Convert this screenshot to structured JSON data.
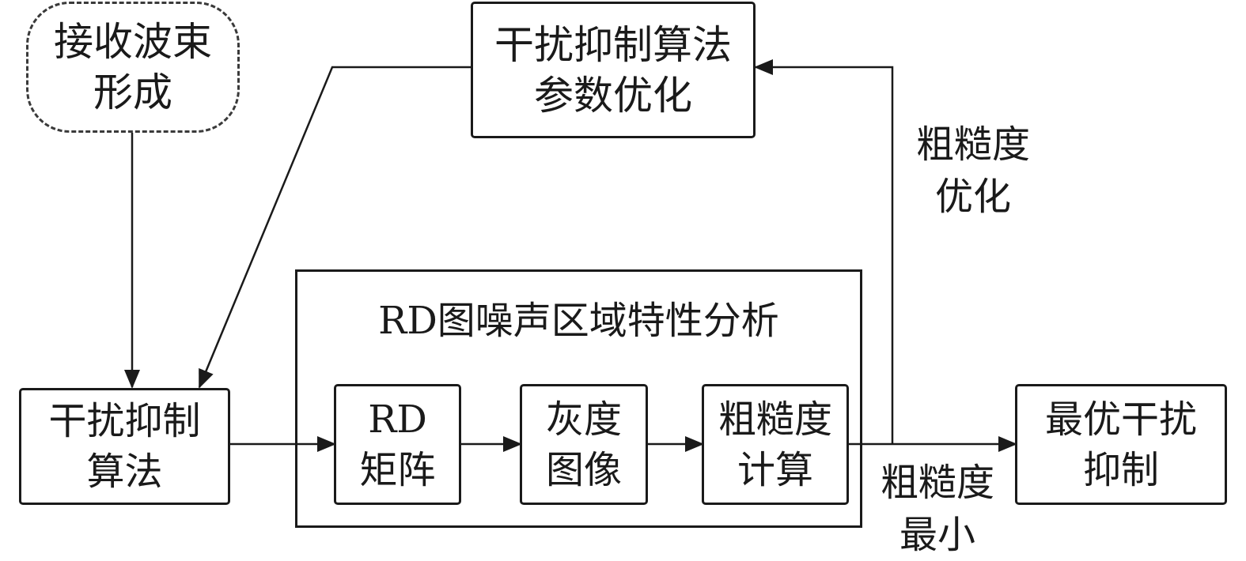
{
  "nodes": {
    "receive_beamforming": [
      "接收波束",
      "形成"
    ],
    "param_optimization": [
      "干扰抑制算法",
      "参数优化"
    ],
    "suppression_algorithm": [
      "干扰抑制",
      "算法"
    ],
    "rd_matrix": [
      "RD",
      "矩阵"
    ],
    "gray_image": [
      "灰度",
      "图像"
    ],
    "roughness_calc": [
      "粗糙度",
      "计算"
    ],
    "optimal_suppression": [
      "最优干扰",
      "抑制"
    ]
  },
  "container_title": "RD图噪声区域特性分析",
  "edge_labels": {
    "roughness_optimization": [
      "粗糙度",
      "优化"
    ],
    "roughness_min": [
      "粗糙度",
      "最小"
    ]
  }
}
